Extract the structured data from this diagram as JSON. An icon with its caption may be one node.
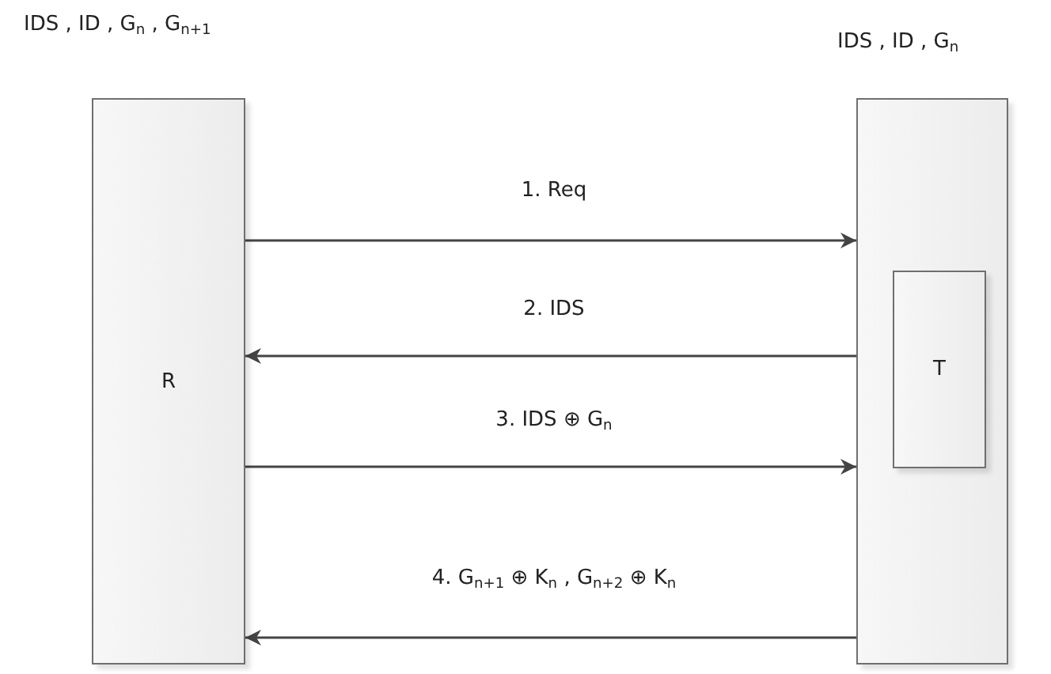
{
  "diagram": {
    "nodes": [
      {
        "text": [
          "R"
        ],
        "beside": [
          "IDS , ID , G$_{n}$ , G$_{n+1}$"
        ]
      },
      {
        "text": [],
        "shape": "box",
        "beside": [
          "IDS , ID , G$_{n}$"
        ]
      },
      {
        "text": [
          "T"
        ],
        "in": 1
      }
    ],
    "edges": [
      {
        "from": 0,
        "to": 1,
        "arrow": "to",
        "label": "1. Req"
      },
      {
        "from": 1,
        "to": 0,
        "arrow": "to",
        "label": "2. IDS"
      },
      {
        "from": 0,
        "to": 1,
        "arrow": "to",
        "label": "3. IDS ⊕ G$_{n}$"
      },
      {
        "from": 1,
        "to": 0,
        "arrow": "to",
        "label": "4. G$_{n+1}$ ⊕ K$_{n}$ , G$_{n+2}$ ⊕ K$_{n}$"
      }
    ]
  }
}
